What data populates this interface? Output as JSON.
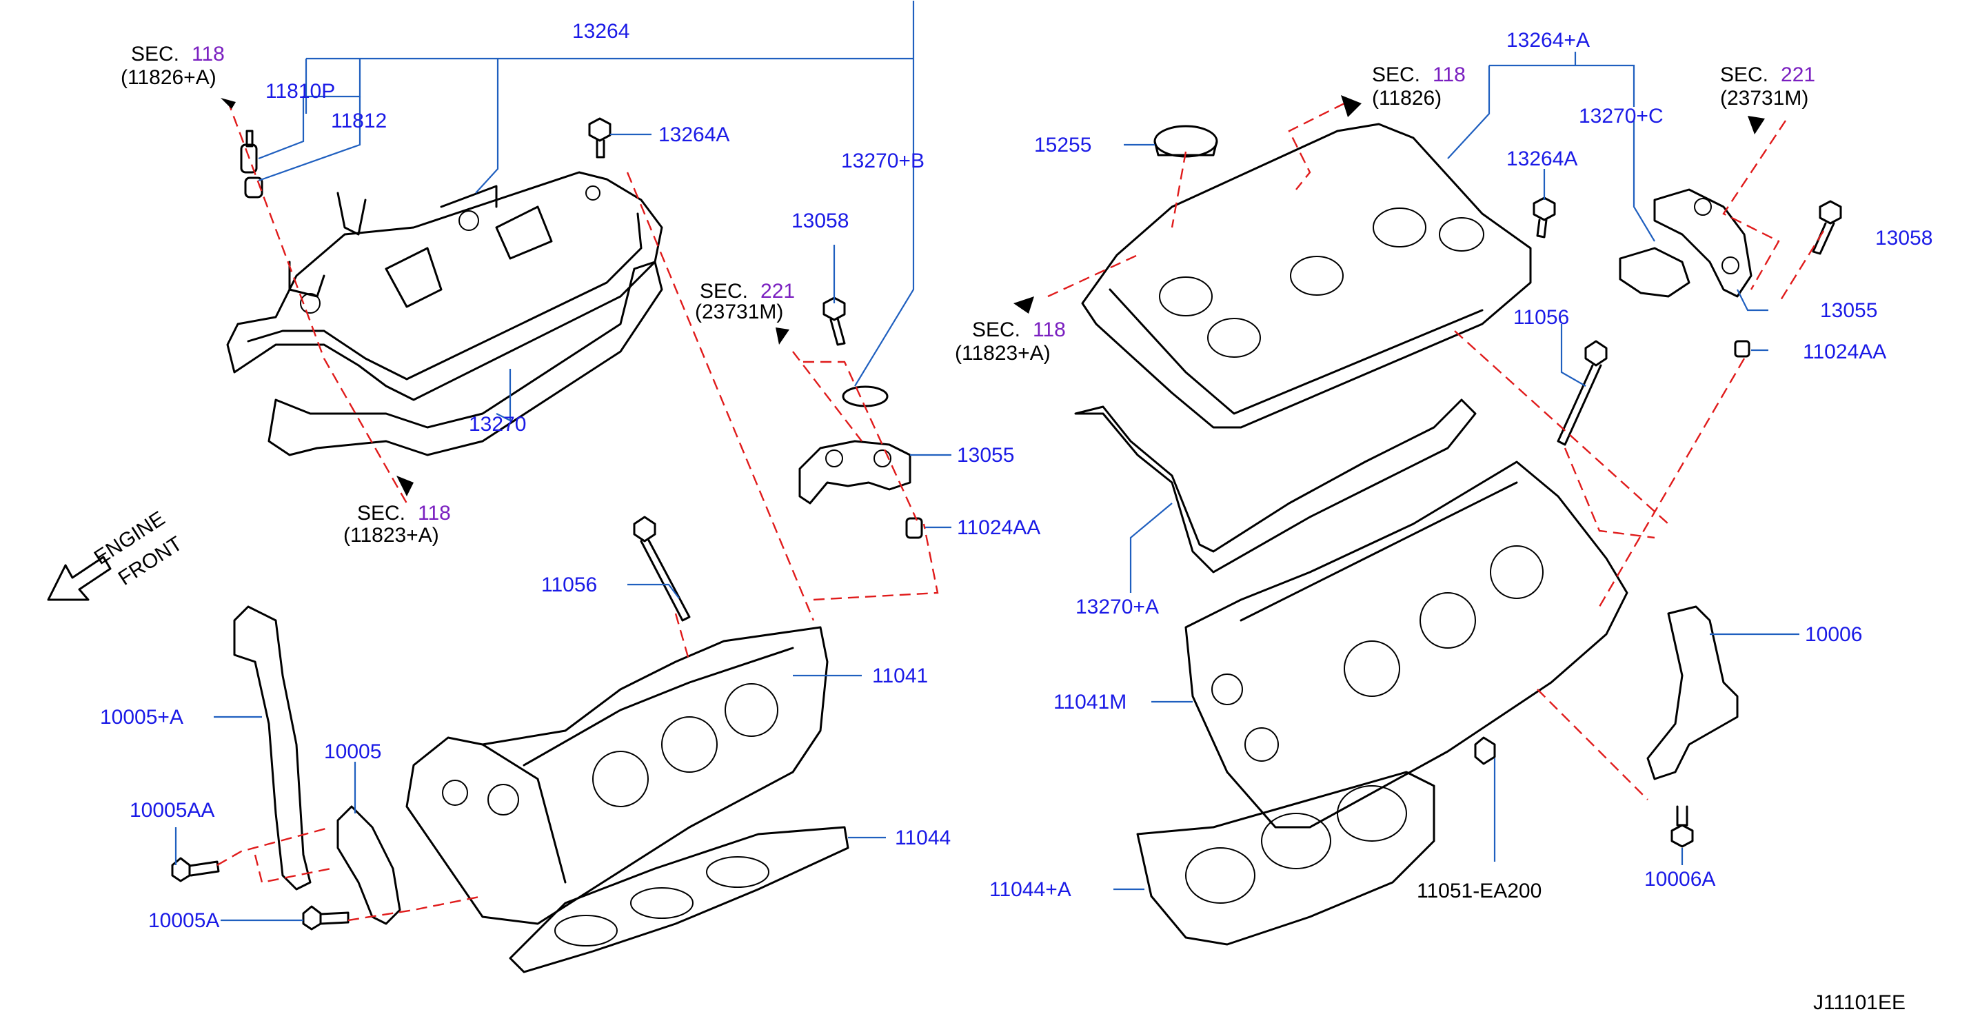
{
  "diagram_id": "J11101EE",
  "direction": {
    "line1": "ENGINE",
    "line2": "FRONT"
  },
  "section_refs": [
    {
      "sec": "SEC.",
      "num": "118",
      "sub": "(11826+A)"
    },
    {
      "sec": "SEC.",
      "num": "118",
      "sub": "(11823+A)"
    },
    {
      "sec": "SEC.",
      "num": "221",
      "sub": "(23731M)"
    },
    {
      "sec": "SEC.",
      "num": "118",
      "sub": "(11826)"
    },
    {
      "sec": "SEC.",
      "num": "118",
      "sub": "(11823+A)"
    },
    {
      "sec": "SEC.",
      "num": "221",
      "sub": "(23731M)"
    }
  ],
  "left_parts": {
    "p13264": "13264",
    "p11810P": "11810P",
    "p11812": "11812",
    "p13264A": "13264A",
    "p13270B": "13270+B",
    "p13058": "13058",
    "p13270": "13270",
    "p13055": "13055",
    "p11024AA": "11024AA",
    "p11056": "11056",
    "p11041": "11041",
    "p10005A_plus": "10005+A",
    "p10005": "10005",
    "p10005AA": "10005AA",
    "p11044": "11044",
    "p10005A": "10005A"
  },
  "right_parts": {
    "p13264A_plus": "13264+A",
    "p15255": "15255",
    "p13270C": "13270+C",
    "p13264A": "13264A",
    "p13058": "13058",
    "p13055": "13055",
    "p11056": "11056",
    "p11024AA": "11024AA",
    "p13270A": "13270+A",
    "p10006": "10006",
    "p11041M": "11041M",
    "p11044A": "11044+A",
    "p11051": "11051-EA200",
    "p10006A": "10006A"
  },
  "colors": {
    "label": "#1a1ae6",
    "section_number": "#7a1fc0",
    "leader": "#1f5fbf",
    "dashed": "#e01b1b",
    "line": "#000000"
  }
}
